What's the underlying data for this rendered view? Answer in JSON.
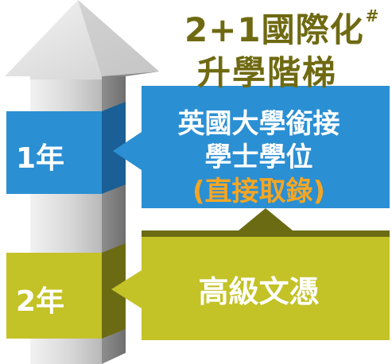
{
  "title": {
    "line1": "2+1國際化",
    "line1_superscript": "#",
    "line2": "升學階梯"
  },
  "years": {
    "year1": "1年",
    "year2": "2年"
  },
  "blue_box": {
    "line1": "英國大學銜接",
    "line2": "學士學位",
    "line3": "(直接取錄)"
  },
  "green_box": {
    "label": "高級文憑"
  },
  "colors": {
    "blue": "#2b8fd3",
    "dark_blue": "#1a5f95",
    "green": "#c3c227",
    "dark_green": "#6b6b14",
    "title": "#6f6a12",
    "highlight": "#f5a623",
    "arrow_light": "#dcdcdc",
    "arrow_dark": "#9b9b9b"
  }
}
